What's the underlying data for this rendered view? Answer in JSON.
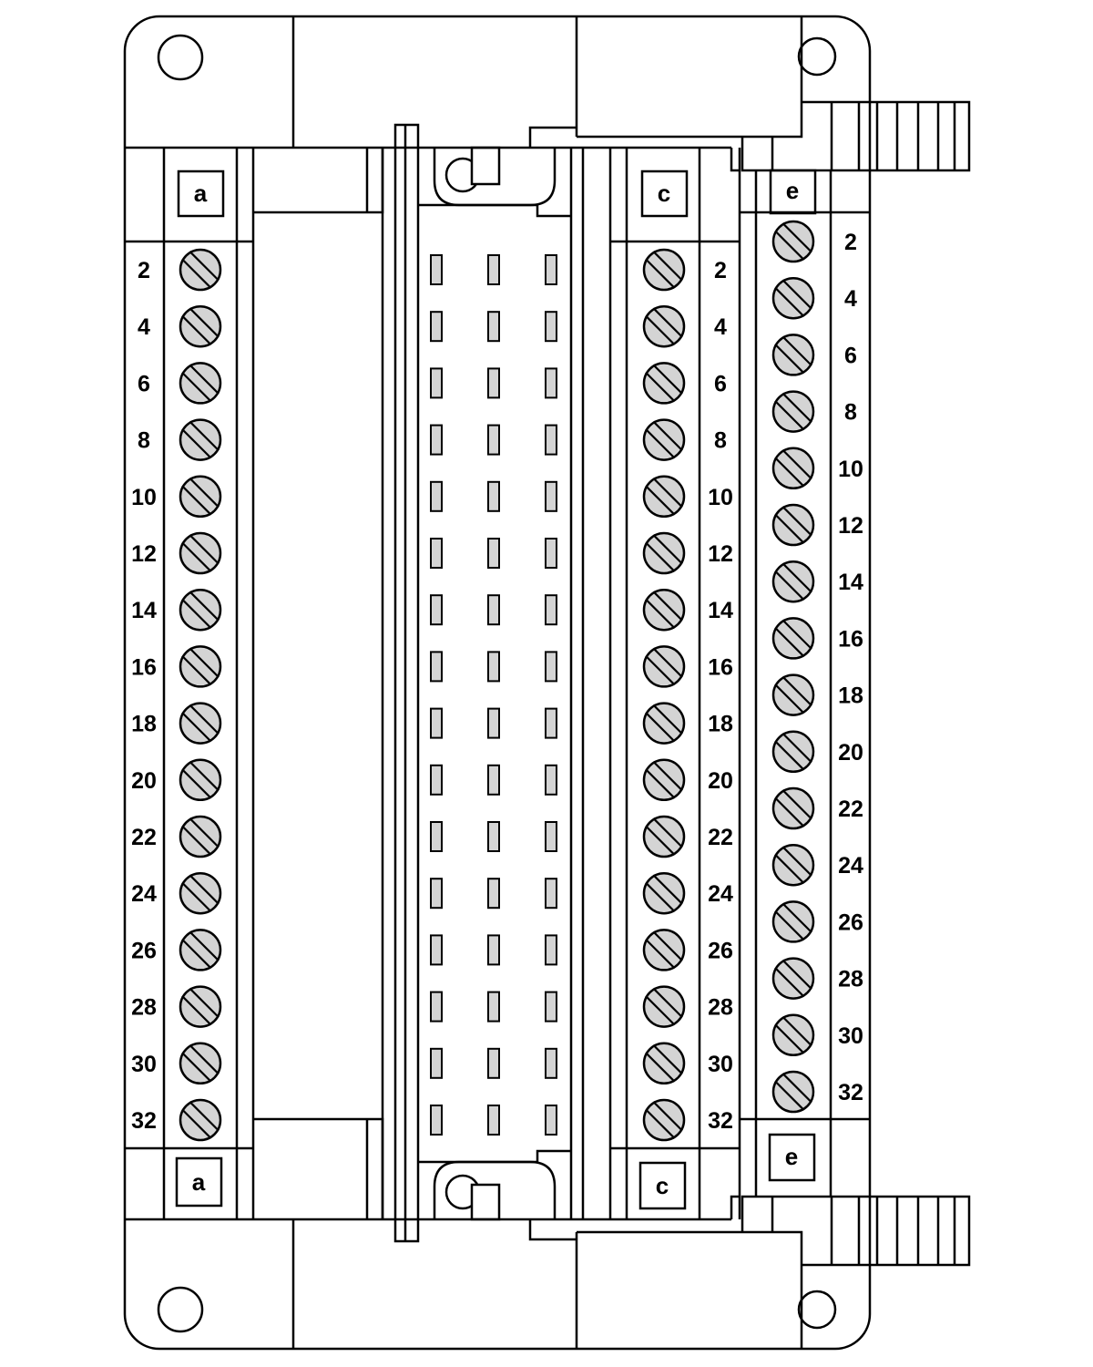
{
  "columns": [
    {
      "id": "a",
      "label": "a",
      "terminals": [
        "2",
        "4",
        "6",
        "8",
        "10",
        "12",
        "14",
        "16",
        "18",
        "20",
        "22",
        "24",
        "26",
        "28",
        "30",
        "32"
      ]
    },
    {
      "id": "c",
      "label": "c",
      "terminals": [
        "2",
        "4",
        "6",
        "8",
        "10",
        "12",
        "14",
        "16",
        "18",
        "20",
        "22",
        "24",
        "26",
        "28",
        "30",
        "32"
      ]
    },
    {
      "id": "e",
      "label": "e",
      "terminals": [
        "2",
        "4",
        "6",
        "8",
        "10",
        "12",
        "14",
        "16",
        "18",
        "20",
        "22",
        "24",
        "26",
        "28",
        "30",
        "32"
      ]
    }
  ],
  "connector": {
    "columns": 3,
    "rows": 16
  },
  "colors": {
    "stroke": "#000000",
    "screw_fill": "#d4d4d4",
    "pin_fill": "#d4d4d4",
    "background": "#ffffff"
  }
}
